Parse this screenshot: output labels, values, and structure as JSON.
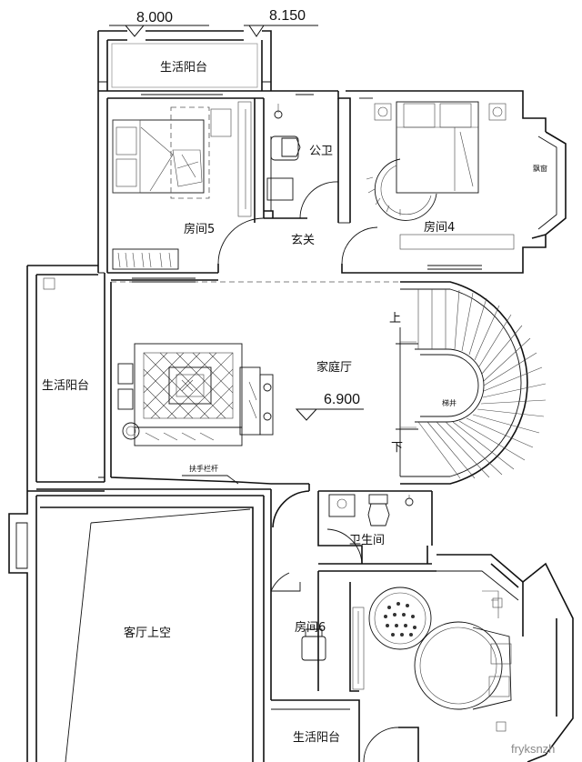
{
  "elevations": {
    "top_left": "8.000",
    "top_right": "8.150",
    "family_hall": "6.900"
  },
  "rooms": {
    "balcony_top": "生活阳台",
    "room5": "房间5",
    "public_wc": "公卫",
    "foyer": "玄关",
    "room4": "房间4",
    "balcony_left": "生活阳台",
    "family_hall": "家庭厅",
    "bathroom": "卫生间",
    "void": "客厅上空",
    "room6": "房间6",
    "balcony_bottom": "生活阳台"
  },
  "annotations": {
    "stair_up": "上",
    "stair_down": "下",
    "elevator": "梯井",
    "handrail": "扶手栏杆",
    "bay_window": "飘窗"
  },
  "watermark": "fryksnzh"
}
